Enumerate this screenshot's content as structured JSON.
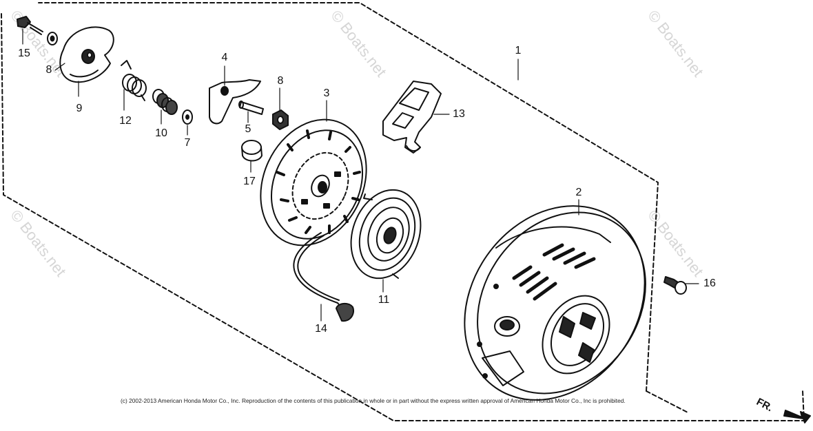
{
  "callouts": [
    {
      "id": "15",
      "label": "15"
    },
    {
      "id": "8a",
      "label": "8"
    },
    {
      "id": "9",
      "label": "9"
    },
    {
      "id": "12",
      "label": "12"
    },
    {
      "id": "10",
      "label": "10"
    },
    {
      "id": "7",
      "label": "7"
    },
    {
      "id": "4",
      "label": "4"
    },
    {
      "id": "8b",
      "label": "8"
    },
    {
      "id": "5",
      "label": "5"
    },
    {
      "id": "17",
      "label": "17"
    },
    {
      "id": "3",
      "label": "3"
    },
    {
      "id": "1",
      "label": "1"
    },
    {
      "id": "13",
      "label": "13"
    },
    {
      "id": "2",
      "label": "2"
    },
    {
      "id": "11",
      "label": "11"
    },
    {
      "id": "14",
      "label": "14"
    },
    {
      "id": "16",
      "label": "16"
    }
  ],
  "watermark_text": "© Boats.net",
  "copyright": "(c) 2002-2013 American Honda Motor Co., Inc. Reproduction of the contents of this publication in whole or in part without the express written approval of American Honda Motor Co., Inc is prohibited.",
  "direction_label": "FR."
}
